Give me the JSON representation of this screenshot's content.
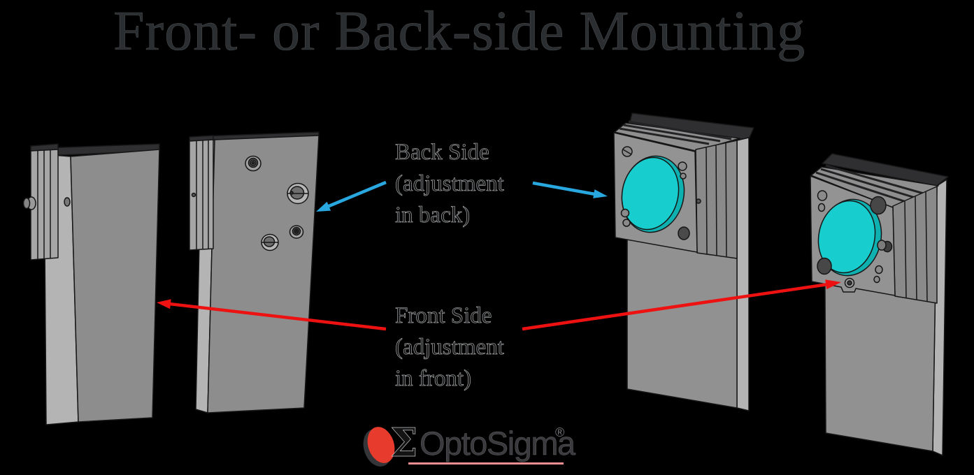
{
  "title": "Front- or Back-side Mounting",
  "annotations": {
    "back_side": {
      "line1": "Back Side",
      "line2": "(adjustment",
      "line3": "in back)"
    },
    "front_side": {
      "line1": "Front Side",
      "line2": "(adjustment",
      "line3": "in front)"
    }
  },
  "logo": {
    "sigma": "Σ",
    "name": "OptoSigma",
    "registered": "®"
  },
  "colors": {
    "background": "#000000",
    "title_text": "#2b2e30",
    "annotation_text": "#121212",
    "arrow_red": "#ed1111",
    "arrow_blue": "#29a8e0",
    "optic_teal": "#18cdcd",
    "optic_rim_teal": "#0fb0b0",
    "plate_gray": "#8f8f8f",
    "plate_highlight_gray": "#b4b4b4",
    "plate_edge_dark": "#2f2f31",
    "logo_red": "#e73b2e",
    "logo_text": "#3a3a3e",
    "logo_underline": "#ee8f8f"
  }
}
